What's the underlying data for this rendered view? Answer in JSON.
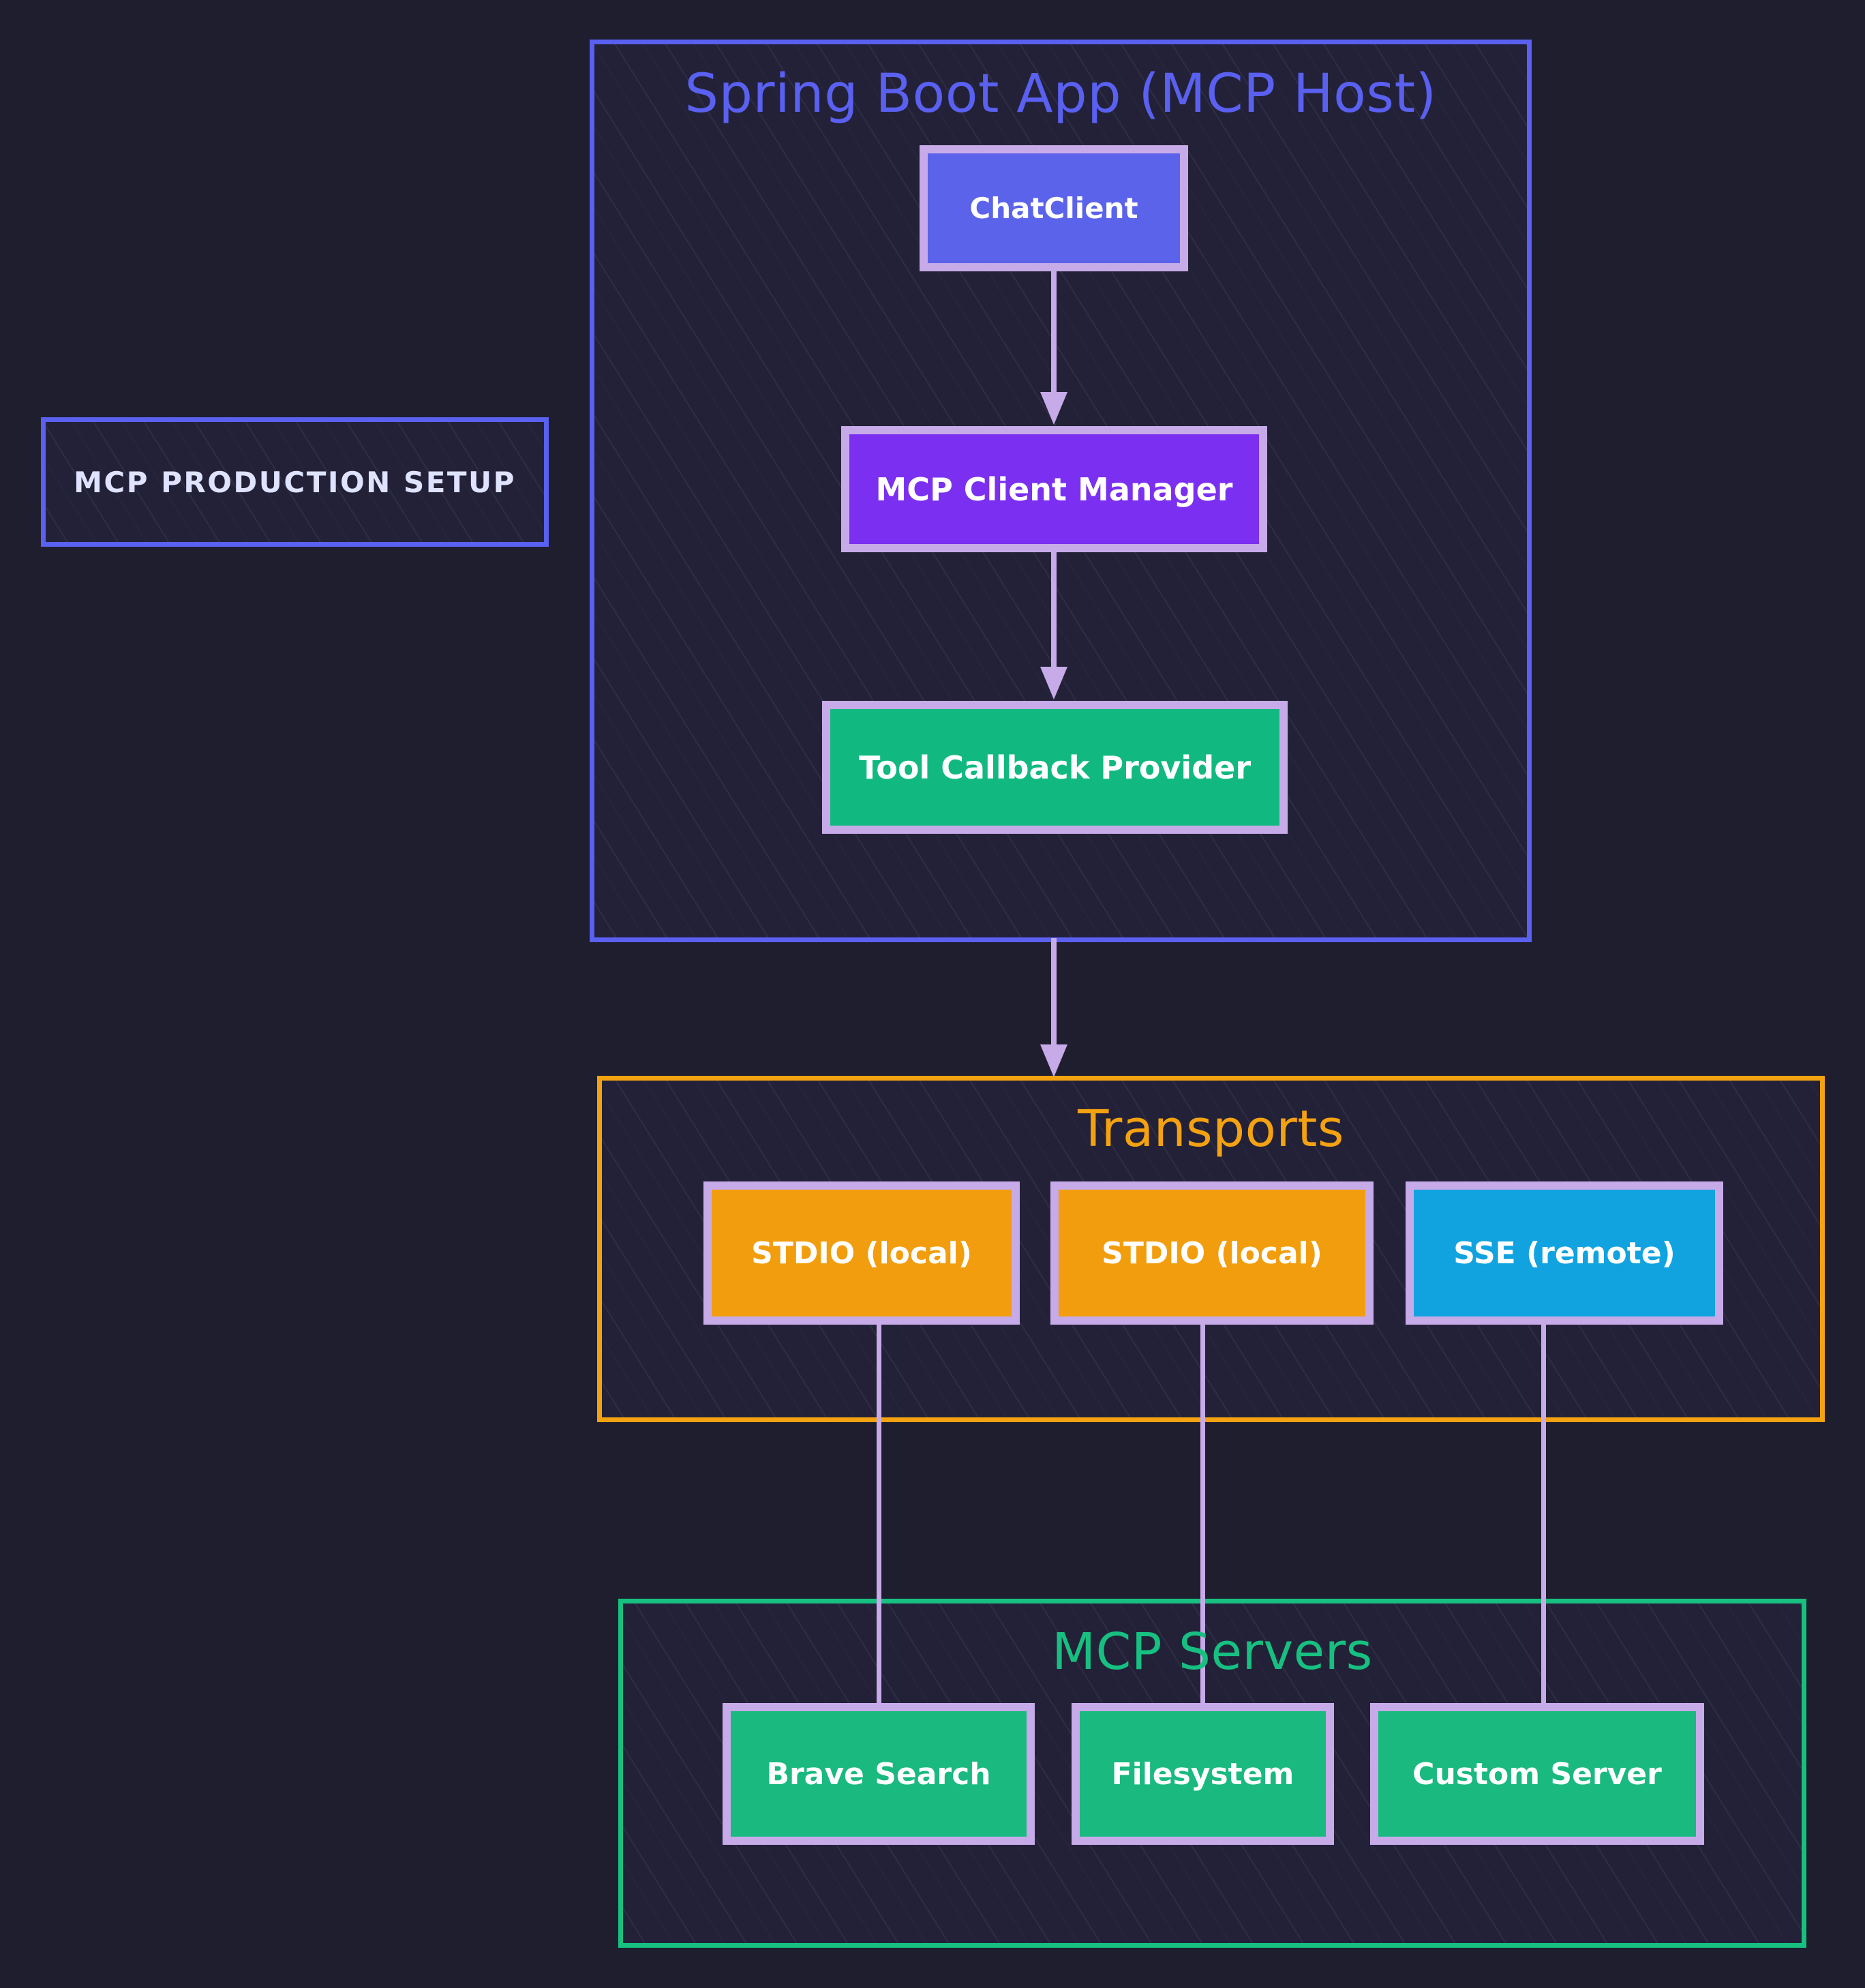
{
  "diagram": {
    "background_color": "#1f1e2e",
    "legend_box": {
      "label": "MCP PRODUCTION SETUP",
      "border_color": "#5a60f0",
      "text_color": "#dfe3ff"
    },
    "groups": [
      {
        "id": "spring-boot-app",
        "title": "Spring Boot App (MCP Host)",
        "border_color": "#5a60f0",
        "title_color": "#5a60f0"
      },
      {
        "id": "transports",
        "title": "Transports",
        "border_color": "#f5a210",
        "title_color": "#f5a210"
      },
      {
        "id": "mcp-servers",
        "title": "MCP Servers",
        "border_color": "#17c080",
        "title_color": "#17c080"
      }
    ],
    "nodes": [
      {
        "id": "chat-client",
        "label": "ChatClient",
        "fill": "#5b63ea",
        "border": "#c7abe8",
        "text": "#ffffff",
        "group": "spring-boot-app"
      },
      {
        "id": "mcp-client-manager",
        "label": "MCP Client Manager",
        "fill": "#7b2ff0",
        "border": "#c7abe8",
        "text": "#ffffff",
        "group": "spring-boot-app"
      },
      {
        "id": "tool-callback-provider",
        "label": "Tool Callback Provider",
        "fill": "#11b981",
        "border": "#c7abe8",
        "text": "#ffffff",
        "group": "spring-boot-app"
      },
      {
        "id": "stdio-local-1",
        "label": "STDIO (local)",
        "fill": "#f29d0d",
        "border": "#c7abe8",
        "text": "#ffffff",
        "group": "transports"
      },
      {
        "id": "stdio-local-2",
        "label": "STDIO (local)",
        "fill": "#f29d0d",
        "border": "#c7abe8",
        "text": "#ffffff",
        "group": "transports"
      },
      {
        "id": "sse-remote",
        "label": "SSE (remote)",
        "fill": "#11a3e0",
        "border": "#c7abe8",
        "text": "#ffffff",
        "group": "transports"
      },
      {
        "id": "brave-search",
        "label": "Brave Search",
        "fill": "#19b97f",
        "border": "#c7abe8",
        "text": "#ffffff",
        "group": "mcp-servers"
      },
      {
        "id": "filesystem",
        "label": "Filesystem",
        "fill": "#19b97f",
        "border": "#c7abe8",
        "text": "#ffffff",
        "group": "mcp-servers"
      },
      {
        "id": "custom-server",
        "label": "Custom Server",
        "fill": "#19b97f",
        "border": "#c7abe8",
        "text": "#ffffff",
        "group": "mcp-servers"
      }
    ],
    "edges": [
      {
        "from": "chat-client",
        "to": "mcp-client-manager",
        "color": "#c7abe8"
      },
      {
        "from": "mcp-client-manager",
        "to": "tool-callback-provider",
        "color": "#c7abe8"
      },
      {
        "from": "spring-boot-app",
        "to": "transports",
        "color": "#c7abe8"
      },
      {
        "from": "stdio-local-1",
        "to": "brave-search",
        "color": "#c7abe8"
      },
      {
        "from": "stdio-local-2",
        "to": "filesystem",
        "color": "#c7abe8"
      },
      {
        "from": "sse-remote",
        "to": "custom-server",
        "color": "#c7abe8"
      }
    ]
  }
}
